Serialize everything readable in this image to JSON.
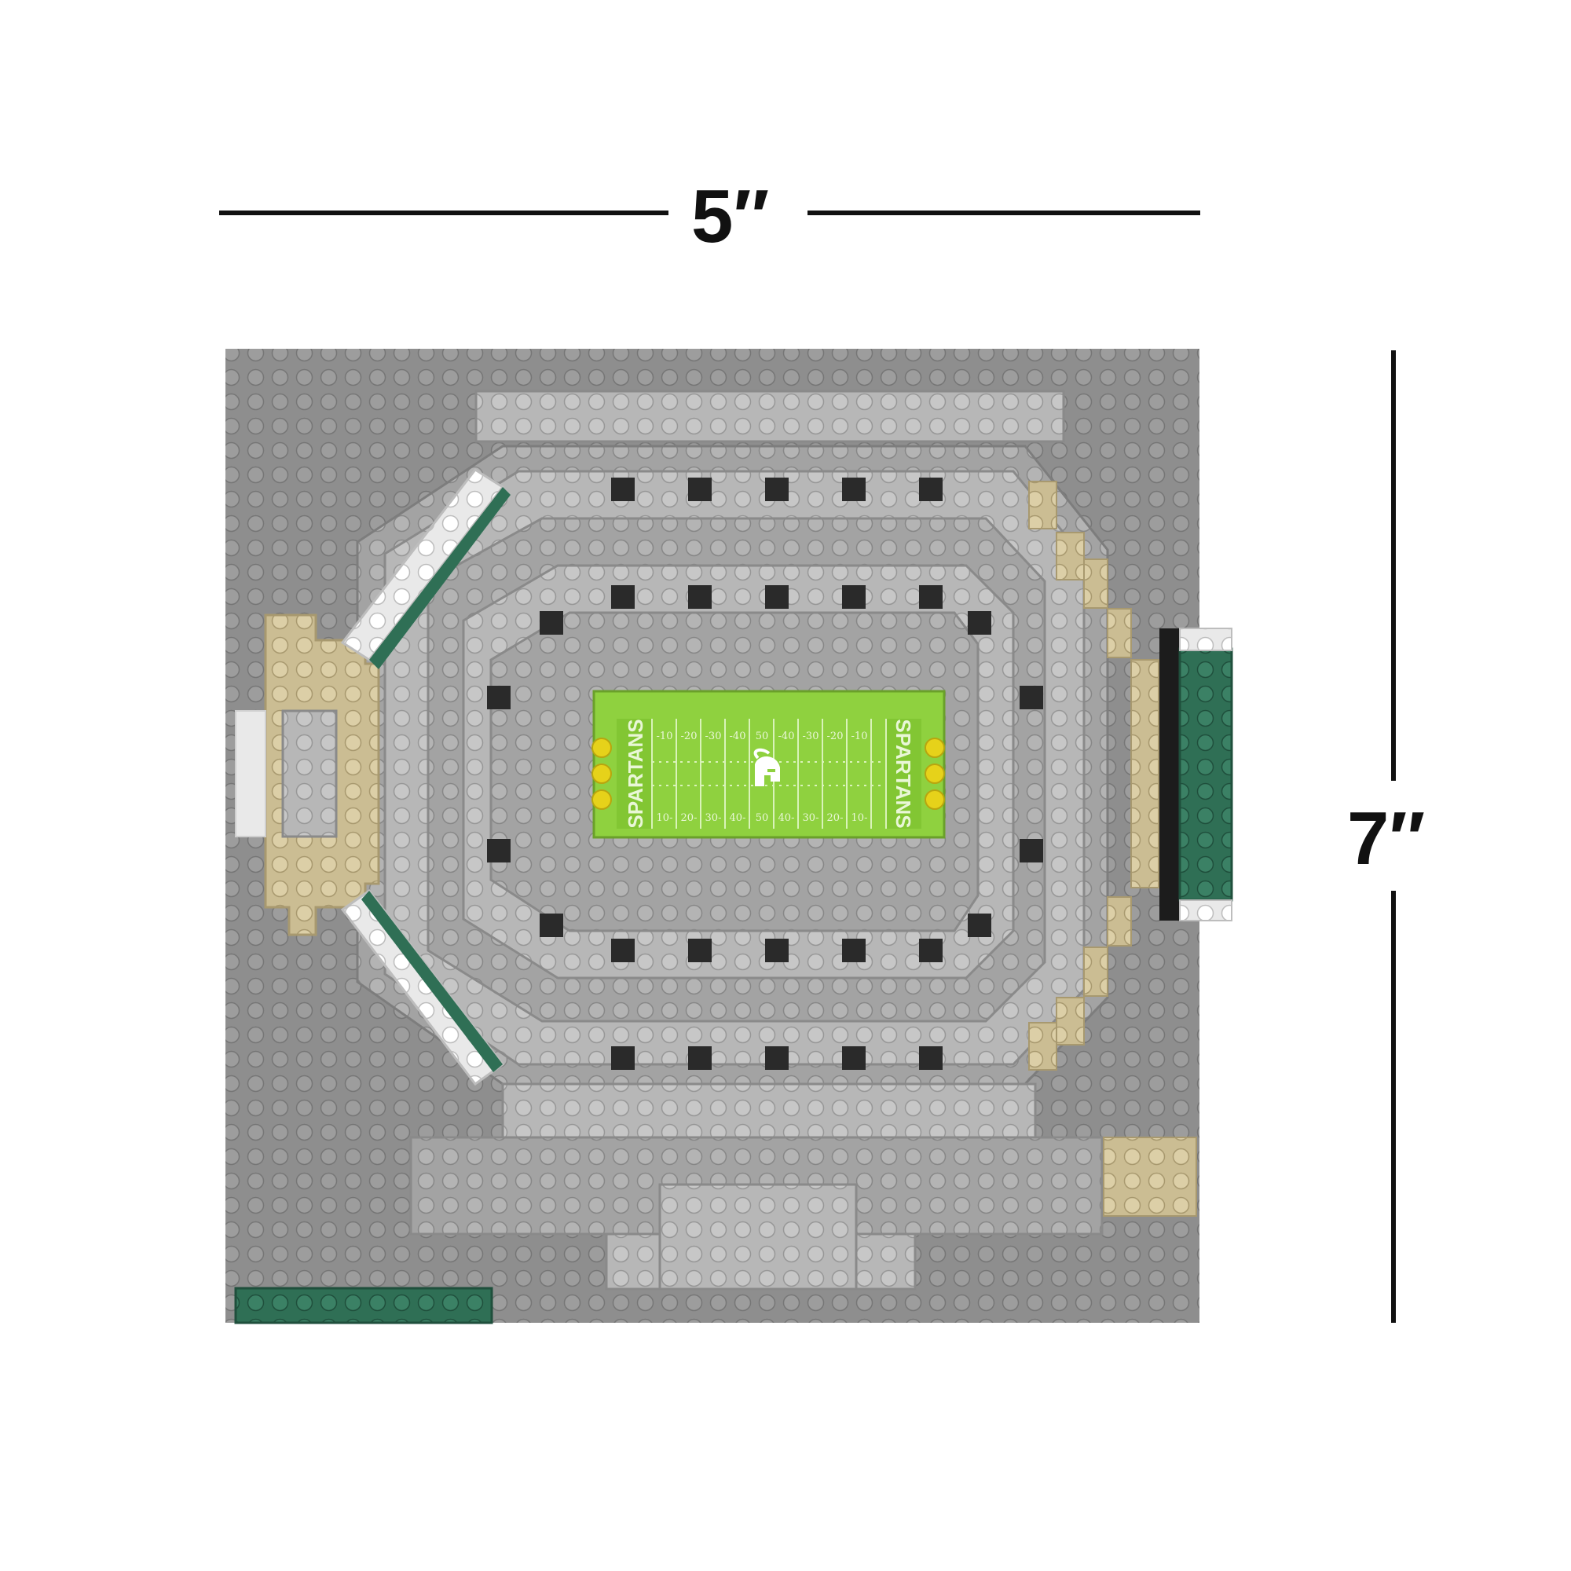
{
  "dimensions": {
    "width_label": "5″",
    "height_label": "7″"
  },
  "field": {
    "endzone_left_text": "SPARTANS",
    "endzone_right_text": "SPARTANS",
    "yard_numbers_top": [
      "-10",
      "-20",
      "-30",
      "-40",
      "50",
      "-40",
      "-30",
      "-20",
      "-10"
    ],
    "yard_numbers_bottom": [
      "10-",
      "20-",
      "30-",
      "40-",
      "50",
      "40-",
      "30-",
      "20-",
      "10-"
    ]
  },
  "colors": {
    "baseplate": "#8e8e8e",
    "stand_light": "#b3b3b3",
    "stand_mid": "#a2a2a2",
    "tan": "#cdbf96",
    "green_dark": "#2f6f55",
    "field_green": "#8fd13f",
    "goalpost_yellow": "#e6d21a",
    "dark_block": "#2a2a2a",
    "white_brick": "#f2f2f2"
  },
  "icons": [
    "spartan-helmet-logo-icon"
  ]
}
